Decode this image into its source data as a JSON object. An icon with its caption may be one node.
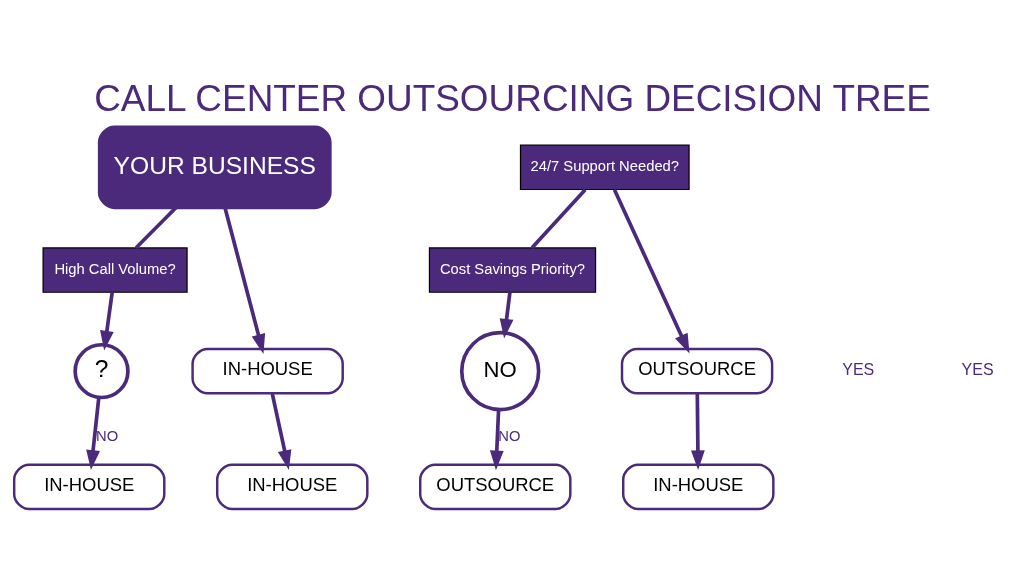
{
  "diagram": {
    "title": "CALL CENTER OUTSOURCING DECISION TREE",
    "nodes": [
      {
        "text": [
          "YOUR BUSINESS"
        ]
      },
      {
        "text": [
          "High Call Volume?"
        ]
      },
      {
        "text": [
          "?"
        ]
      },
      {
        "text": [
          "IN-HOUSE"
        ]
      },
      {
        "text": [
          "IN-HOUSE"
        ]
      },
      {
        "text": [
          "IN-HOUSE"
        ]
      },
      {
        "text": [
          "24/7 Support Needed?"
        ]
      },
      {
        "text": [
          "Cost Savings Priority?"
        ]
      },
      {
        "text": [
          "NO"
        ]
      },
      {
        "text": [
          "OUTSOURCE"
        ]
      },
      {
        "text": [
          "OUTSOURCE"
        ]
      },
      {
        "text": [
          "IN-HOUSE"
        ]
      }
    ],
    "edges": [
      {
        "from": 0,
        "to": 1,
        "arrow": "none"
      },
      {
        "from": 1,
        "to": 2,
        "arrow": "to"
      },
      {
        "from": 0,
        "to": 3,
        "arrow": "to"
      },
      {
        "from": 2,
        "to": 4,
        "arrow": "to",
        "label": "NO"
      },
      {
        "from": 3,
        "to": 5,
        "arrow": "to"
      },
      {
        "from": 6,
        "to": 7,
        "arrow": "none"
      },
      {
        "from": 7,
        "to": 8,
        "arrow": "to"
      },
      {
        "from": 6,
        "to": 9,
        "arrow": "to"
      },
      {
        "from": 8,
        "to": 10,
        "arrow": "to",
        "label": "NO"
      },
      {
        "from": 9,
        "to": 11,
        "arrow": "to"
      }
    ],
    "labels": [
      "YES",
      "YES"
    ]
  }
}
